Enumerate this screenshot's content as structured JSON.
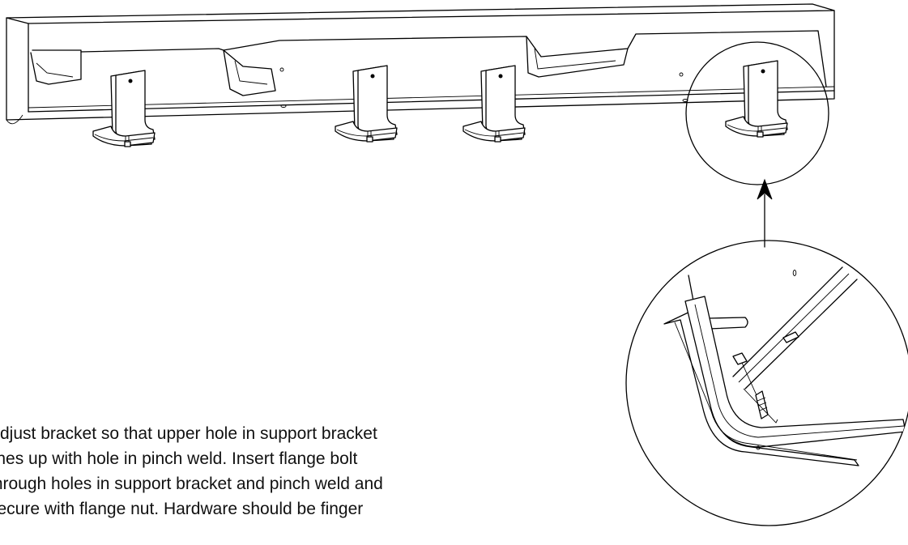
{
  "instructions": {
    "lines": [
      "Adjust bracket so that upper hole in support bracket",
      "lines up with hole in pinch weld.  Insert flange bolt",
      "through holes in support bracket and pinch weld and",
      "secure with flange nut. Hardware should be finger"
    ]
  },
  "callouts": {
    "detail_circle": "Detail view of support bracket attachment",
    "arrow": "callout-arrow"
  },
  "colors": {
    "line": "#000000",
    "background": "#ffffff"
  }
}
